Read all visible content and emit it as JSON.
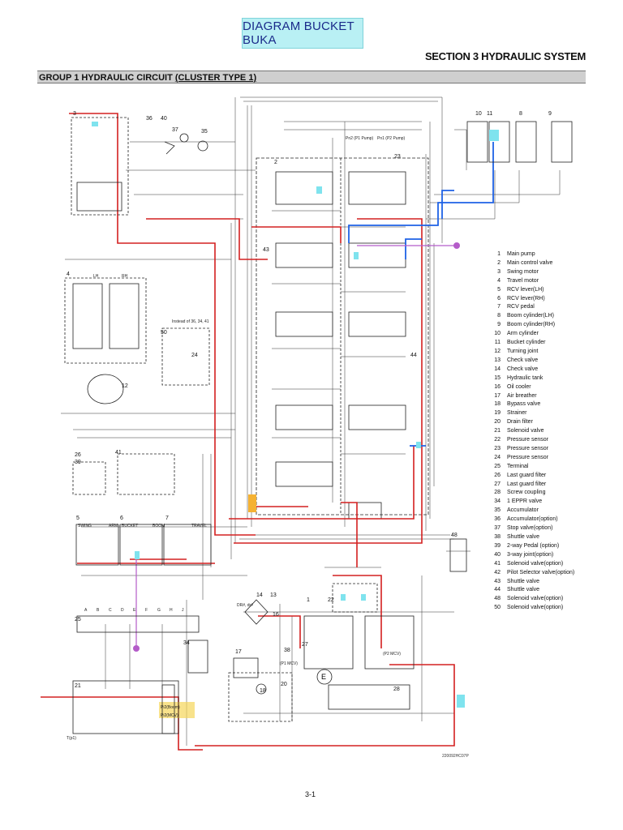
{
  "header": {
    "title": "DIAGRAM BUCKET BUKA",
    "section": "SECTION 3 HYDRAULIC SYSTEM",
    "group_prefix": "GROUP 1 HYDRAULIC CIRCUIT ",
    "group_emph": "(CLUSTER TYPE 1)"
  },
  "legend": [
    {
      "num": "1",
      "label": "Main pump"
    },
    {
      "num": "2",
      "label": "Main control valve"
    },
    {
      "num": "3",
      "label": "Swing motor"
    },
    {
      "num": "4",
      "label": "Travel motor"
    },
    {
      "num": "5",
      "label": "RCV lever(LH)"
    },
    {
      "num": "6",
      "label": "RCV lever(RH)"
    },
    {
      "num": "7",
      "label": "RCV pedal"
    },
    {
      "num": "8",
      "label": "Boom cylinder(LH)"
    },
    {
      "num": "9",
      "label": "Boom cylinder(RH)"
    },
    {
      "num": "10",
      "label": "Arm cylinder"
    },
    {
      "num": "11",
      "label": "Bucket cylinder"
    },
    {
      "num": "12",
      "label": "Turning joint"
    },
    {
      "num": "13",
      "label": "Check valve"
    },
    {
      "num": "14",
      "label": "Check valve"
    },
    {
      "num": "15",
      "label": "Hydraulic tank"
    },
    {
      "num": "16",
      "label": "Oil cooler"
    },
    {
      "num": "17",
      "label": "Air breather"
    },
    {
      "num": "18",
      "label": "Bypass valve"
    },
    {
      "num": "19",
      "label": "Strainer"
    },
    {
      "num": "20",
      "label": "Drain filter"
    },
    {
      "num": "21",
      "label": "Solenoid valve"
    },
    {
      "num": "22",
      "label": "Pressure sensor"
    },
    {
      "num": "23",
      "label": "Pressure sensor"
    },
    {
      "num": "24",
      "label": "Pressure sensor"
    },
    {
      "num": "25",
      "label": "Terminal"
    },
    {
      "num": "26",
      "label": "Last guard filter"
    },
    {
      "num": "27",
      "label": "Last guard filter"
    },
    {
      "num": "28",
      "label": "Screw coupling"
    },
    {
      "num": "34",
      "label": "1 EPPR valve"
    },
    {
      "num": "35",
      "label": "Accumulator"
    },
    {
      "num": "36",
      "label": "Accumulator(option)"
    },
    {
      "num": "37",
      "label": "Stop valve(option)"
    },
    {
      "num": "38",
      "label": "Shuttle valve"
    },
    {
      "num": "39",
      "label": "2-way Pedal (option)"
    },
    {
      "num": "40",
      "label": "3-way joint(option)"
    },
    {
      "num": "41",
      "label": "Solenoid valve(option)"
    },
    {
      "num": "42",
      "label": "Pilot Selector valve(option)"
    },
    {
      "num": "43",
      "label": "Shuttle valve"
    },
    {
      "num": "44",
      "label": "Shuttle valve"
    },
    {
      "num": "48",
      "label": "Solenoid valve(option)"
    },
    {
      "num": "50",
      "label": "Solenoid valve(option)"
    }
  ],
  "diagram_labels": {
    "n1": "1",
    "n2": "2",
    "n3": "3",
    "n4": "4",
    "n5": "5",
    "n6": "6",
    "n7": "7",
    "n8": "8",
    "n9": "9",
    "n10": "10",
    "n11": "11",
    "n12": "12",
    "n13": "13",
    "n14": "14",
    "n16": "16",
    "n17": "17",
    "n18": "18",
    "n20": "20",
    "n21": "21",
    "n22": "22",
    "n23": "23",
    "n24": "24",
    "n25": "25",
    "n26": "26",
    "n27": "27",
    "n28": "28",
    "n34": "34",
    "n35": "35",
    "n36": "36",
    "n37": "37",
    "n38": "38",
    "n39": "39",
    "n40": "40",
    "n41": "41",
    "n43": "43",
    "n44": "44",
    "n48": "48",
    "n50": "50",
    "swing": "SWING",
    "arm": "ARM",
    "bucket": "BUCKET",
    "boom": "BOOM",
    "travel": "TRAVEL",
    "lh": "LH",
    "rh": "RH",
    "instead": "Instead of 36, 34, 41",
    "e": "E",
    "drain": "DR#, dr#",
    "terminal_letters": [
      "A",
      "B",
      "C",
      "D",
      "E",
      "F",
      "G",
      "H",
      "J"
    ],
    "pump_p2": "Pn2\n(P1 Pump)",
    "pump_p1": "Pn1\n(P2 Pump)",
    "mcv_p1": "(P1 MCV)",
    "mcv_p2": "(P2 MCV)",
    "pressure": "Pi2(Boom)",
    "pressure2": "Pi2(MCV)",
    "tank_label": "T(p1)"
  },
  "code": "220092HC07P",
  "page": "3-1",
  "colors": {
    "title_bg": "#b9f0f4",
    "red": "#d42020",
    "blue": "#1f62e6",
    "magenta": "#b45cc9",
    "orange": "#f5b233",
    "cyan": "#7fe3ee"
  }
}
